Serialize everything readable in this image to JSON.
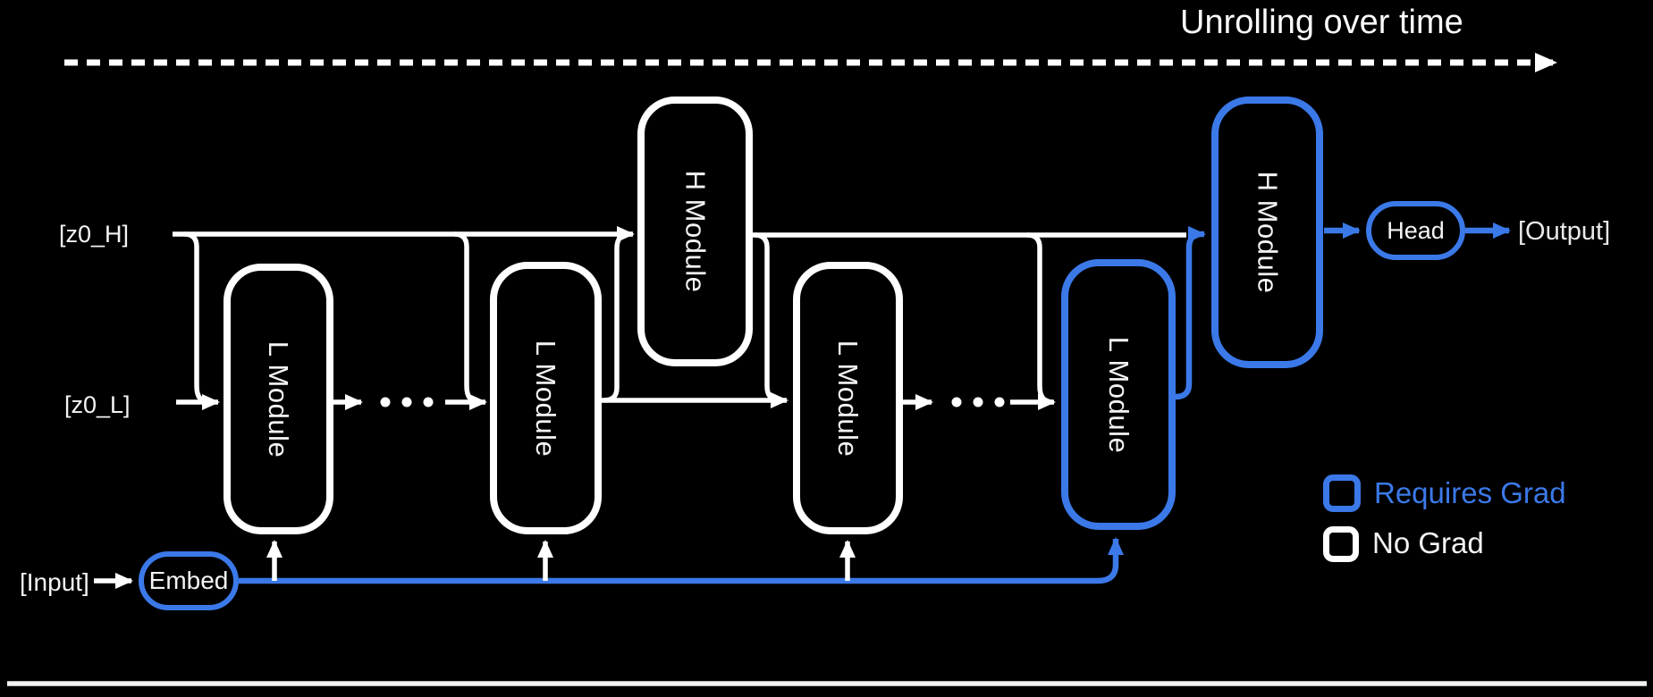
{
  "title": "Unrolling over time",
  "io": {
    "z0_h": "[z0_H]",
    "z0_l": "[z0_L]",
    "input": "[Input]",
    "output": "[Output]"
  },
  "nodes": {
    "embed": "Embed",
    "head": "Head"
  },
  "modules": [
    {
      "id": "l-module-1",
      "label": "L Module",
      "grad": "no"
    },
    {
      "id": "l-module-2",
      "label": "L Module",
      "grad": "no"
    },
    {
      "id": "h-module-1",
      "label": "H Module",
      "grad": "no"
    },
    {
      "id": "l-module-3",
      "label": "L Module",
      "grad": "no"
    },
    {
      "id": "l-module-4",
      "label": "L Module",
      "grad": "requires"
    },
    {
      "id": "h-module-2",
      "label": "H Module",
      "grad": "requires"
    }
  ],
  "legend": {
    "requires_grad": "Requires Grad",
    "no_grad": "No Grad"
  },
  "colors": {
    "background": "#000000",
    "wire_white": "#ffffff",
    "requires_grad_blue": "#3b79e8",
    "text": "#f4f4f4"
  }
}
